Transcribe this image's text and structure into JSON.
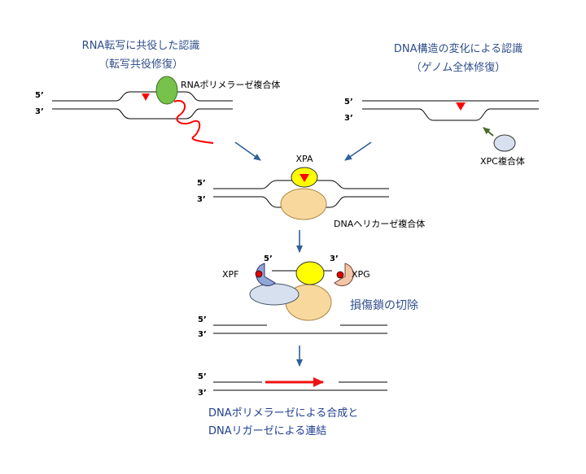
{
  "left_title": {
    "line1": "RNA転写に共役した認識",
    "line2": "（転写共役修復）"
  },
  "right_title": {
    "line1": "DNA構造の変化による認識",
    "line2": "（ゲノム全体修復）"
  },
  "labels": {
    "rna_polymerase": "RNAポリメラーゼ複合体",
    "xpc": "XPC複合体",
    "xpa": "XPA",
    "helicase": "DNAヘリカーゼ複合体",
    "xpf": "XPF",
    "xpg": "XPG",
    "excision": "損傷鎖の切除",
    "synthesis_line1": "DNAポリメラーゼによる合成と",
    "synthesis_line2": "DNAリガーゼによる連結"
  },
  "strand_ends": {
    "five": "5’",
    "three": "3’"
  },
  "colors": {
    "damage": "#ff0000",
    "rna_polymerase": "#77c24a",
    "xpa": "#ffff00",
    "helicase": "#f9d89e",
    "xpc": "#d7e0ef",
    "xpf": "#8fa7d8",
    "xpg": "#f3c6a8",
    "new_dna": "#ee1111",
    "flow_arrow": "#2e5f99",
    "xpc_arrow": "#4a6b2a",
    "title_text": "#2f4e8c"
  }
}
